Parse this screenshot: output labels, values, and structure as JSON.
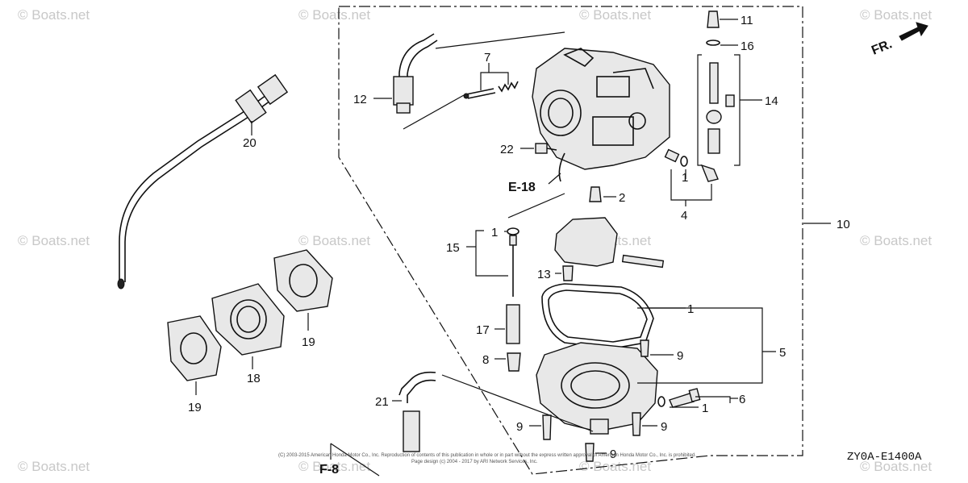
{
  "watermark": "© Boats.net",
  "callouts": {
    "p1": "1",
    "p2": "2",
    "p4": "4",
    "p5": "5",
    "p6": "6",
    "p7": "7",
    "p8": "8",
    "p9": "9",
    "p10": "10",
    "p11": "11",
    "p12": "12",
    "p13": "13",
    "p14": "14",
    "p15": "15",
    "p16": "16",
    "p17": "17",
    "p18": "18",
    "p19": "19",
    "p20": "20",
    "p21": "21",
    "p22": "22"
  },
  "references": {
    "e18": "E-18",
    "f8": "F-8"
  },
  "front_marker": "FR.",
  "diagram_code": "ZY0A-E1400A",
  "credit_line_1": "(C) 2003-2015 American Honda Motor Co., Inc. Reproduction of contents of this publication in whole or in part without the express written approval of American Honda Motor Co., Inc. is prohibited.",
  "credit_line_2": "Page design (c) 2004 - 2017 by ARI Network Services, Inc.",
  "colors": {
    "ink": "#111111",
    "watermark": "#c8c8c8",
    "background": "#ffffff"
  }
}
